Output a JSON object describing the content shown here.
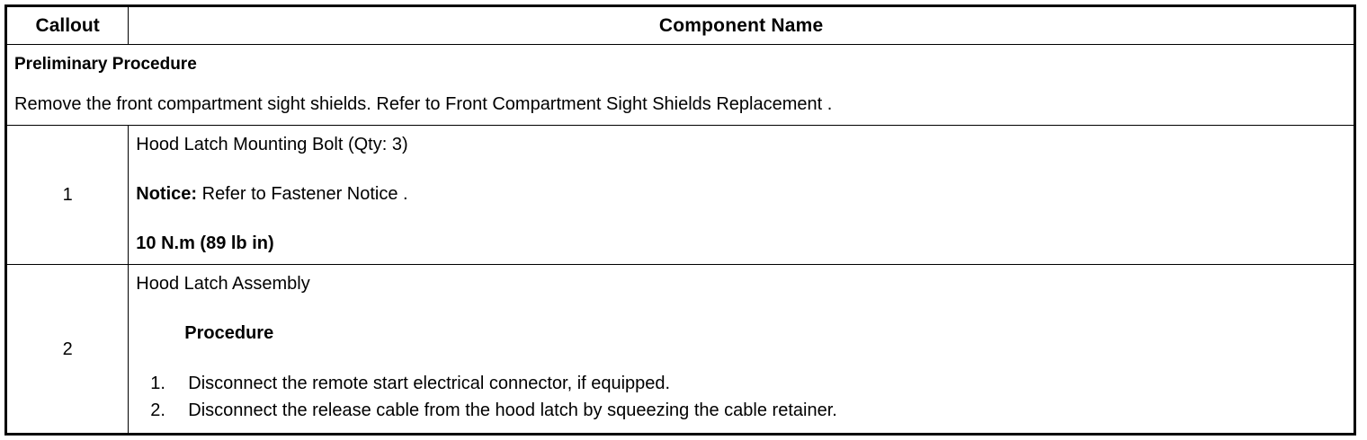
{
  "table": {
    "columns": [
      {
        "key": "callout",
        "label": "Callout"
      },
      {
        "key": "component_name",
        "label": "Component Name"
      }
    ],
    "preliminary": {
      "title": "Preliminary Procedure",
      "text": "Remove the front compartment sight shields. Refer to Front Compartment Sight Shields Replacement ."
    },
    "rows": [
      {
        "callout": "1",
        "title": "Hood Latch Mounting Bolt (Qty: 3)",
        "notice_label": "Notice:",
        "notice_text": " Refer to Fastener Notice .",
        "torque": "10 N.m (89 lb in)"
      },
      {
        "callout": "2",
        "title": "Hood Latch Assembly",
        "sub_heading": "Procedure",
        "steps": [
          "Disconnect the remote start electrical connector, if equipped.",
          "Disconnect the release cable from the hood latch by squeezing the cable retainer."
        ]
      }
    ]
  },
  "colors": {
    "background": "#ffffff",
    "text": "#000000",
    "border": "#000000"
  }
}
